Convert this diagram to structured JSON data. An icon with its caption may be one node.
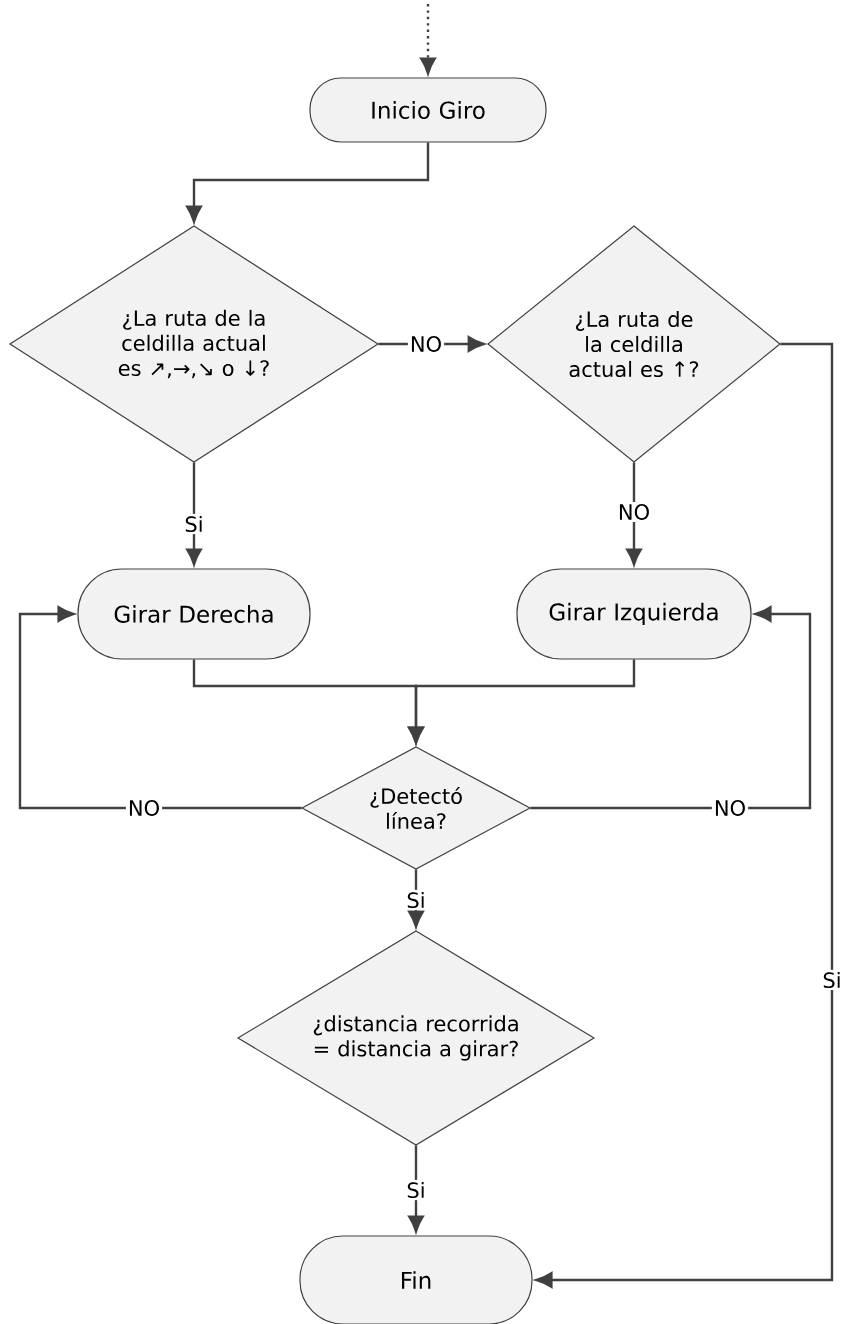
{
  "diagram": {
    "nodes": [
      {
        "text": [
          "Inicio Giro"
        ]
      },
      {
        "text": [
          "¿La ruta de la celdilla actual es ↗,→,↘ o ↓?"
        ]
      },
      {
        "text": [
          "¿La ruta de la celdilla actual es ↑?"
        ]
      },
      {
        "text": [
          "Girar Derecha"
        ]
      },
      {
        "text": [
          "Girar Izquierda"
        ]
      },
      {
        "text": [
          "¿Detectó línea?"
        ]
      },
      {
        "text": [
          "¿distancia recorrida = distancia a girar?"
        ]
      },
      {
        "text": [
          "Fin"
        ]
      }
    ],
    "edges": [
      {
        "from": null,
        "to": 0,
        "arrow": "to",
        "style": "dashed"
      },
      {
        "from": 0,
        "to": 1,
        "arrow": "to"
      },
      {
        "from": 1,
        "to": 2,
        "arrow": "to",
        "label": "NO"
      },
      {
        "from": 1,
        "to": 3,
        "arrow": "to",
        "label": "Si"
      },
      {
        "from": 2,
        "to": 4,
        "arrow": "to",
        "label": "NO"
      },
      {
        "from": 2,
        "to": 7,
        "arrow": "to",
        "label": "Si"
      },
      {
        "from": 3,
        "to": 5,
        "arrow": "to"
      },
      {
        "from": 4,
        "to": 5,
        "arrow": "to"
      },
      {
        "from": 5,
        "to": 3,
        "arrow": "to",
        "label": "NO"
      },
      {
        "from": 5,
        "to": 4,
        "arrow": "to",
        "label": "NO"
      },
      {
        "from": 5,
        "to": 6,
        "arrow": "to",
        "label": "Si"
      },
      {
        "from": 6,
        "to": 7,
        "arrow": "to",
        "label": "Si"
      }
    ]
  }
}
